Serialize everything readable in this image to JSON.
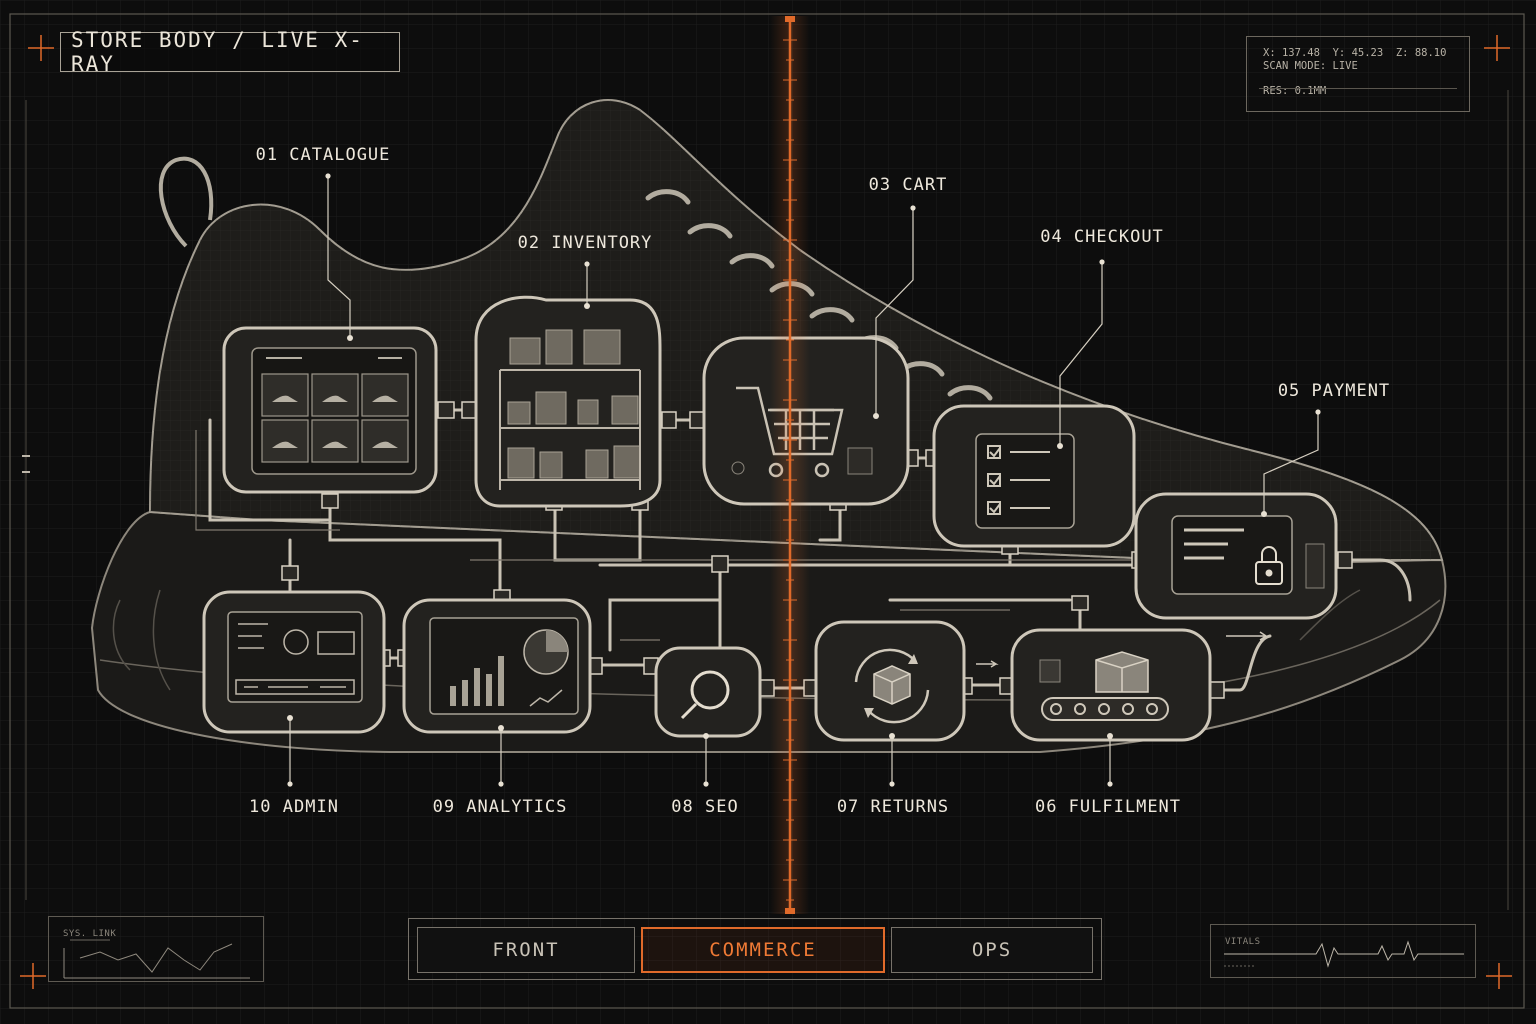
{
  "header": {
    "title": "STORE BODY / LIVE X-RAY"
  },
  "readout": {
    "x_label": "X:",
    "x_value": "137.48",
    "y_label": "Y:",
    "y_value": "45.23",
    "z_label": "Z:",
    "z_value": "88.10",
    "scan_mode": "SCAN MODE: LIVE",
    "resolution": "RES: 0.1MM"
  },
  "modules": [
    {
      "id": "catalogue",
      "label": "01 CATALOGUE"
    },
    {
      "id": "inventory",
      "label": "02 INVENTORY"
    },
    {
      "id": "cart",
      "label": "03 CART"
    },
    {
      "id": "checkout",
      "label": "04 CHECKOUT"
    },
    {
      "id": "payment",
      "label": "05 PAYMENT"
    },
    {
      "id": "fulfilment",
      "label": "06 FULFILMENT"
    },
    {
      "id": "returns",
      "label": "07 RETURNS"
    },
    {
      "id": "seo",
      "label": "08 SEO"
    },
    {
      "id": "analytics",
      "label": "09 ANALYTICS"
    },
    {
      "id": "admin",
      "label": "10 ADMIN"
    }
  ],
  "tabs": [
    {
      "label": "FRONT",
      "active": false
    },
    {
      "label": "COMMERCE",
      "active": true
    },
    {
      "label": "OPS",
      "active": false
    }
  ],
  "panels": {
    "left_title": "SYS. LINK",
    "right_title": "VITALS"
  },
  "colors": {
    "background": "#0d0d0d",
    "accent": "#e06a2a",
    "line": "#cfc8ba"
  },
  "icons": [
    "shoe-icon",
    "box-icon",
    "cart-icon",
    "checklist-icon",
    "lock-icon",
    "conveyor-icon",
    "cycle-box-icon",
    "magnifier-icon",
    "bar-chart-icon",
    "pie-chart-icon",
    "dashboard-icon"
  ]
}
